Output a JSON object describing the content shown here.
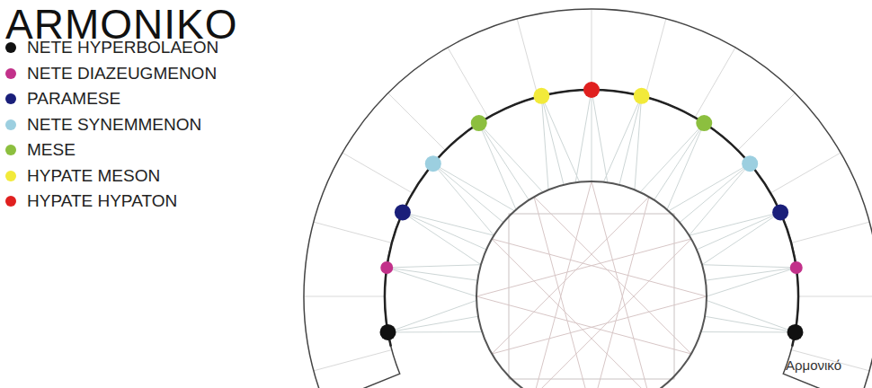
{
  "diagram": {
    "title": "ARMONIKO",
    "labels": [
      "Αρμονικό"
    ],
    "legend": [
      {
        "text": "NETE HYPERBOLAEON",
        "color": "#111111"
      },
      {
        "text": "NETE DIAZEUGMENON",
        "color": "#c2318a"
      },
      {
        "text": "PARAMESE",
        "color": "#1a1f7a"
      },
      {
        "text": "NETE SYNEMMENON",
        "color": "#9ccfe0"
      },
      {
        "text": "MESE",
        "color": "#8cbf3f"
      },
      {
        "text": "HYPATE MESON",
        "color": "#f2ea3a"
      },
      {
        "text": "HYPATE HYPATON",
        "color": "#e0201f"
      }
    ]
  }
}
